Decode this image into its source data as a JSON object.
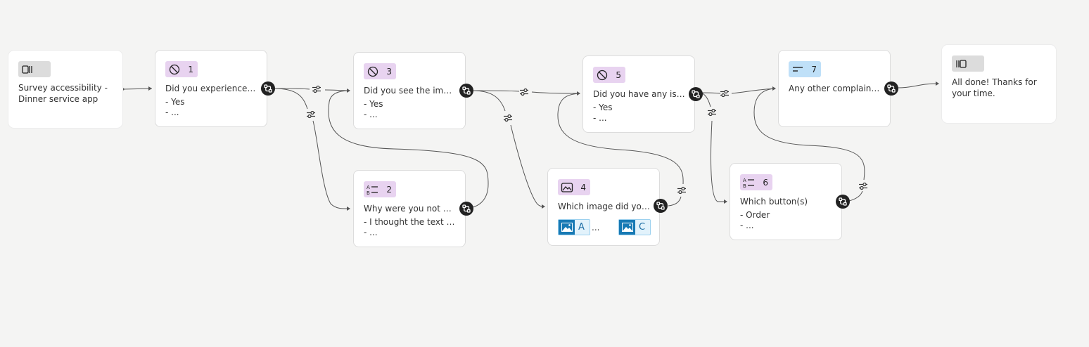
{
  "colors": {
    "canvas": "#f4f4f3",
    "card": "#ffffff",
    "badge_gray": "#dcdcdc",
    "badge_purple": "#e8d3f0",
    "badge_blue": "#bfe0f8",
    "port": "#222222",
    "image_chip": "#1779b4"
  },
  "nodes": {
    "start": {
      "title": "Survey accessibility - Dinner service app",
      "icon": "welcome-screen-icon"
    },
    "q1": {
      "number": "1",
      "title": "Did you experience any issues?",
      "options": [
        "- Yes",
        "- ..."
      ],
      "icon": "yes-no-icon"
    },
    "q2": {
      "number": "2",
      "title": "Why were you not able to read?",
      "options": [
        "- I thought the text was too small",
        "- ..."
      ],
      "icon": "multiple-choice-icon"
    },
    "q3": {
      "number": "3",
      "title": "Did you see the images?",
      "options": [
        "- Yes",
        "- ..."
      ],
      "icon": "yes-no-icon"
    },
    "q4": {
      "number": "4",
      "title": "Which image did you see?",
      "option_a": "A",
      "option_c": "C",
      "more": "...",
      "icon": "picture-choice-icon"
    },
    "q5": {
      "number": "5",
      "title": "Did you have any issues?",
      "options": [
        "- Yes",
        "- ..."
      ],
      "icon": "yes-no-icon"
    },
    "q6": {
      "number": "6",
      "title": "Which button(s)",
      "options": [
        "- Order",
        "- ..."
      ],
      "icon": "multiple-choice-icon"
    },
    "q7": {
      "number": "7",
      "title": "Any other complaints?",
      "icon": "short-text-icon"
    },
    "end": {
      "title": "All done! Thanks for your time.",
      "icon": "end-screen-icon"
    }
  },
  "icons": {
    "branch": "branch-icon",
    "condition": "condition-icon"
  }
}
